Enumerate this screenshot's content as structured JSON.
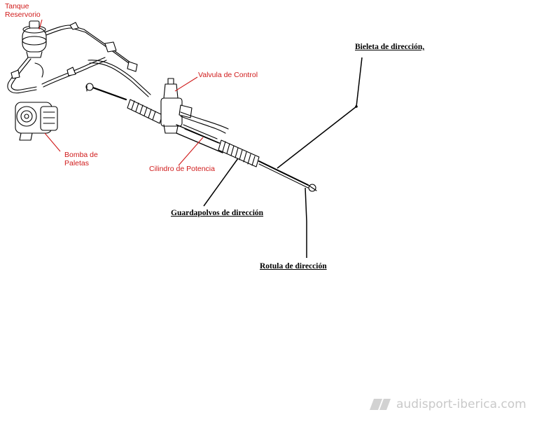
{
  "labels": {
    "tanque_reservorio": [
      "Tanque",
      "Reservorio"
    ],
    "valvula_de_control": "Valvula de Control",
    "bomba_de_paletas": [
      "Bomba de",
      "Paletas"
    ],
    "cilindro_de_potencia": "Cilindro de Potencia",
    "bieleta_de_direccion": "Bieleta de dirección,",
    "guardapolvos_de_direccion": "Guardapolvos de dirección",
    "rotula_de_direccion": "Rotula de dirección"
  },
  "watermark": {
    "text": "audisport-iberica.com"
  },
  "colors": {
    "red_label": "#d01a1a",
    "line": "#000000",
    "watermark": "#c9c9c9"
  }
}
